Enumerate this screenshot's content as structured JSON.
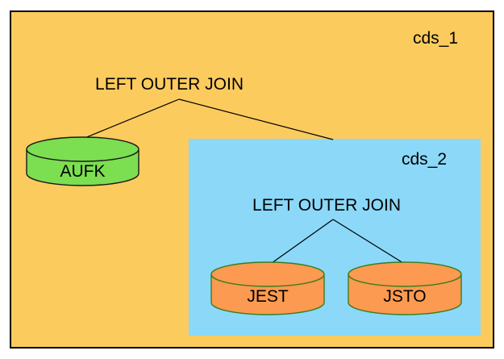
{
  "diagram": {
    "outer_box": {
      "label": "cds_1",
      "fill": "#FCCB5E",
      "border_color": "#000000"
    },
    "outer_join": {
      "label": "LEFT OUTER JOIN"
    },
    "inner_box": {
      "label": "cds_2",
      "fill": "#8BD8F8"
    },
    "inner_join": {
      "label": "LEFT OUTER JOIN"
    },
    "line_color": "#000000",
    "text_color": "#000000",
    "cylinders": [
      {
        "name": "AUFK",
        "fill": "#7CDE51",
        "stroke": "#1A1A1A"
      },
      {
        "name": "JEST",
        "fill": "#FB9A50",
        "stroke": "#3A7D1E"
      },
      {
        "name": "JSTO",
        "fill": "#FB9A50",
        "stroke": "#3A7D1E"
      }
    ]
  }
}
